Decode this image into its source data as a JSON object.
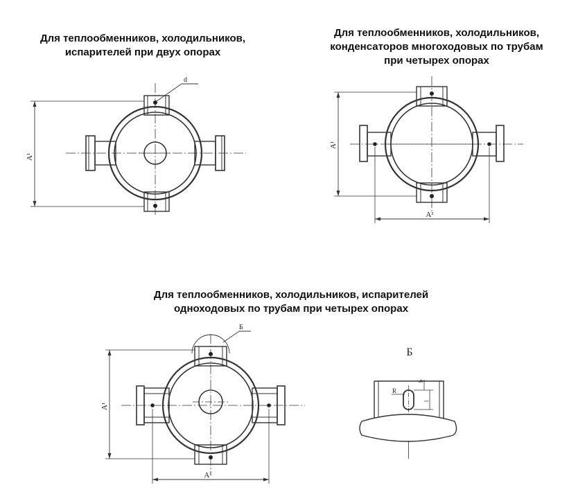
{
  "captions": {
    "two_supports": [
      "Для теплообменников, холодильников,",
      "испарителей при двух опорах"
    ],
    "four_supports_multipass": [
      "Для теплообменников, холодильников,",
      "конденсаторов многоходовых по трубам",
      "при четырех опорах"
    ],
    "four_supports_singlepass": [
      "Для теплообменников, холодильников, испарителей",
      "одноходовых по трубам при четырех опорах"
    ]
  },
  "labels": {
    "hole_diameter": "d",
    "height_dim": "A¹",
    "width_dim": "A¹",
    "detail_marker": "Б",
    "detail_title": "Б",
    "radius": "R",
    "slot_width": "b",
    "slot_length": "l"
  }
}
